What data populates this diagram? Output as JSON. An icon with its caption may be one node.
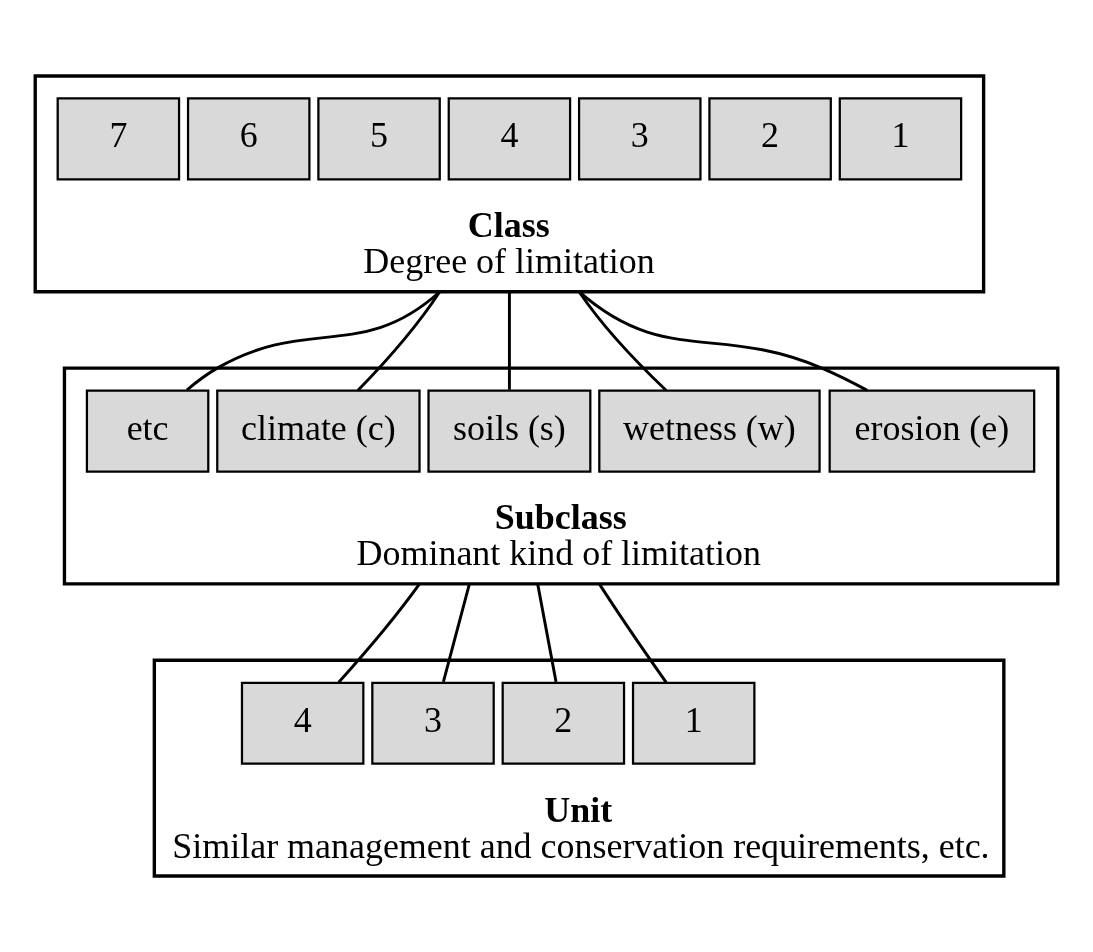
{
  "diagram": {
    "nodes": [
      {
        "text": [
          "Class",
          "Degree of limitation"
        ]
      },
      {
        "text": [
          "1"
        ],
        "in": 0
      },
      {
        "text": [
          "2"
        ],
        "in": 0
      },
      {
        "text": [
          "3"
        ],
        "in": 0
      },
      {
        "text": [
          "4"
        ],
        "in": 0
      },
      {
        "text": [
          "5"
        ],
        "in": 0
      },
      {
        "text": [
          "6"
        ],
        "in": 0
      },
      {
        "text": [
          "7"
        ],
        "in": 0
      },
      {
        "text": [
          "Subclass",
          "Dominant kind of limitation"
        ]
      },
      {
        "text": [
          "erosion (e)"
        ],
        "in": 8
      },
      {
        "text": [
          "wetness (w)"
        ],
        "in": 8
      },
      {
        "text": [
          "soils (s)"
        ],
        "in": 8
      },
      {
        "text": [
          "climate (c)"
        ],
        "in": 8
      },
      {
        "text": [
          "etc"
        ],
        "in": 8
      },
      {
        "text": [
          "Unit",
          "Similar management and conservation requirements, etc."
        ]
      },
      {
        "text": [
          "1"
        ],
        "in": 14
      },
      {
        "text": [
          "2"
        ],
        "in": 14
      },
      {
        "text": [
          "3"
        ],
        "in": 14
      },
      {
        "text": [
          "4"
        ],
        "in": 14
      }
    ],
    "edges": [
      {
        "from": 0,
        "to": 9,
        "arrow": "none"
      },
      {
        "from": 0,
        "to": 10,
        "arrow": "none"
      },
      {
        "from": 0,
        "to": 11,
        "arrow": "none"
      },
      {
        "from": 0,
        "to": 12,
        "arrow": "none"
      },
      {
        "from": 0,
        "to": 13,
        "arrow": "none"
      },
      {
        "from": 8,
        "to": 15,
        "arrow": "none"
      },
      {
        "from": 8,
        "to": 16,
        "arrow": "none"
      },
      {
        "from": 8,
        "to": 17,
        "arrow": "none"
      },
      {
        "from": 8,
        "to": 18,
        "arrow": "none"
      }
    ]
  }
}
